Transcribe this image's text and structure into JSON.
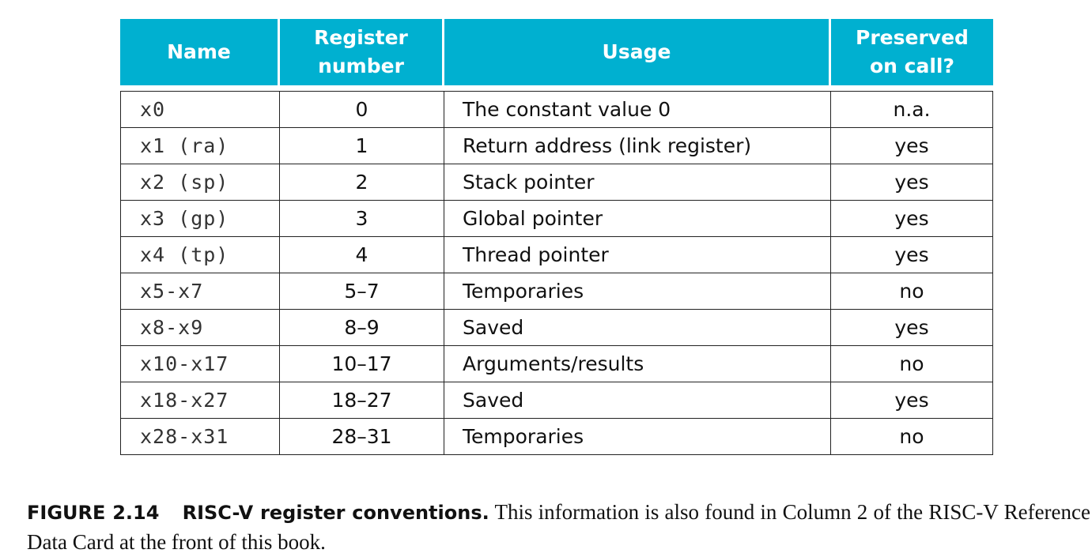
{
  "table": {
    "headers": [
      [
        "Name"
      ],
      [
        "Register",
        "number"
      ],
      [
        "Usage"
      ],
      [
        "Preserved",
        "on call?"
      ]
    ],
    "rows": [
      {
        "name": "x0",
        "number": "0",
        "usage": "The constant value 0",
        "preserved": "n.a."
      },
      {
        "name": "x1 (ra)",
        "number": "1",
        "usage": "Return address (link register)",
        "preserved": "yes"
      },
      {
        "name": "x2 (sp)",
        "number": "2",
        "usage": "Stack pointer",
        "preserved": "yes"
      },
      {
        "name": "x3 (gp)",
        "number": "3",
        "usage": "Global pointer",
        "preserved": "yes"
      },
      {
        "name": "x4 (tp)",
        "number": "4",
        "usage": "Thread pointer",
        "preserved": "yes"
      },
      {
        "name": "x5-x7",
        "number": "5–7",
        "usage": "Temporaries",
        "preserved": "no"
      },
      {
        "name": "x8-x9",
        "number": "8–9",
        "usage": "Saved",
        "preserved": "yes"
      },
      {
        "name": "x10-x17",
        "number": "10–17",
        "usage": "Arguments/results",
        "preserved": "no"
      },
      {
        "name": "x18-x27",
        "number": "18–27",
        "usage": "Saved",
        "preserved": "yes"
      },
      {
        "name": "x28-x31",
        "number": "28–31",
        "usage": "Temporaries",
        "preserved": "no"
      }
    ]
  },
  "caption": {
    "label": "FIGURE 2.14",
    "title": "RISC-V register conventions.",
    "text": "This information is also found in Column 2 of the RISC-V Reference Data Card at the front of this book."
  },
  "colors": {
    "header_bg": "#00b0d0",
    "header_text": "#ffffff"
  }
}
